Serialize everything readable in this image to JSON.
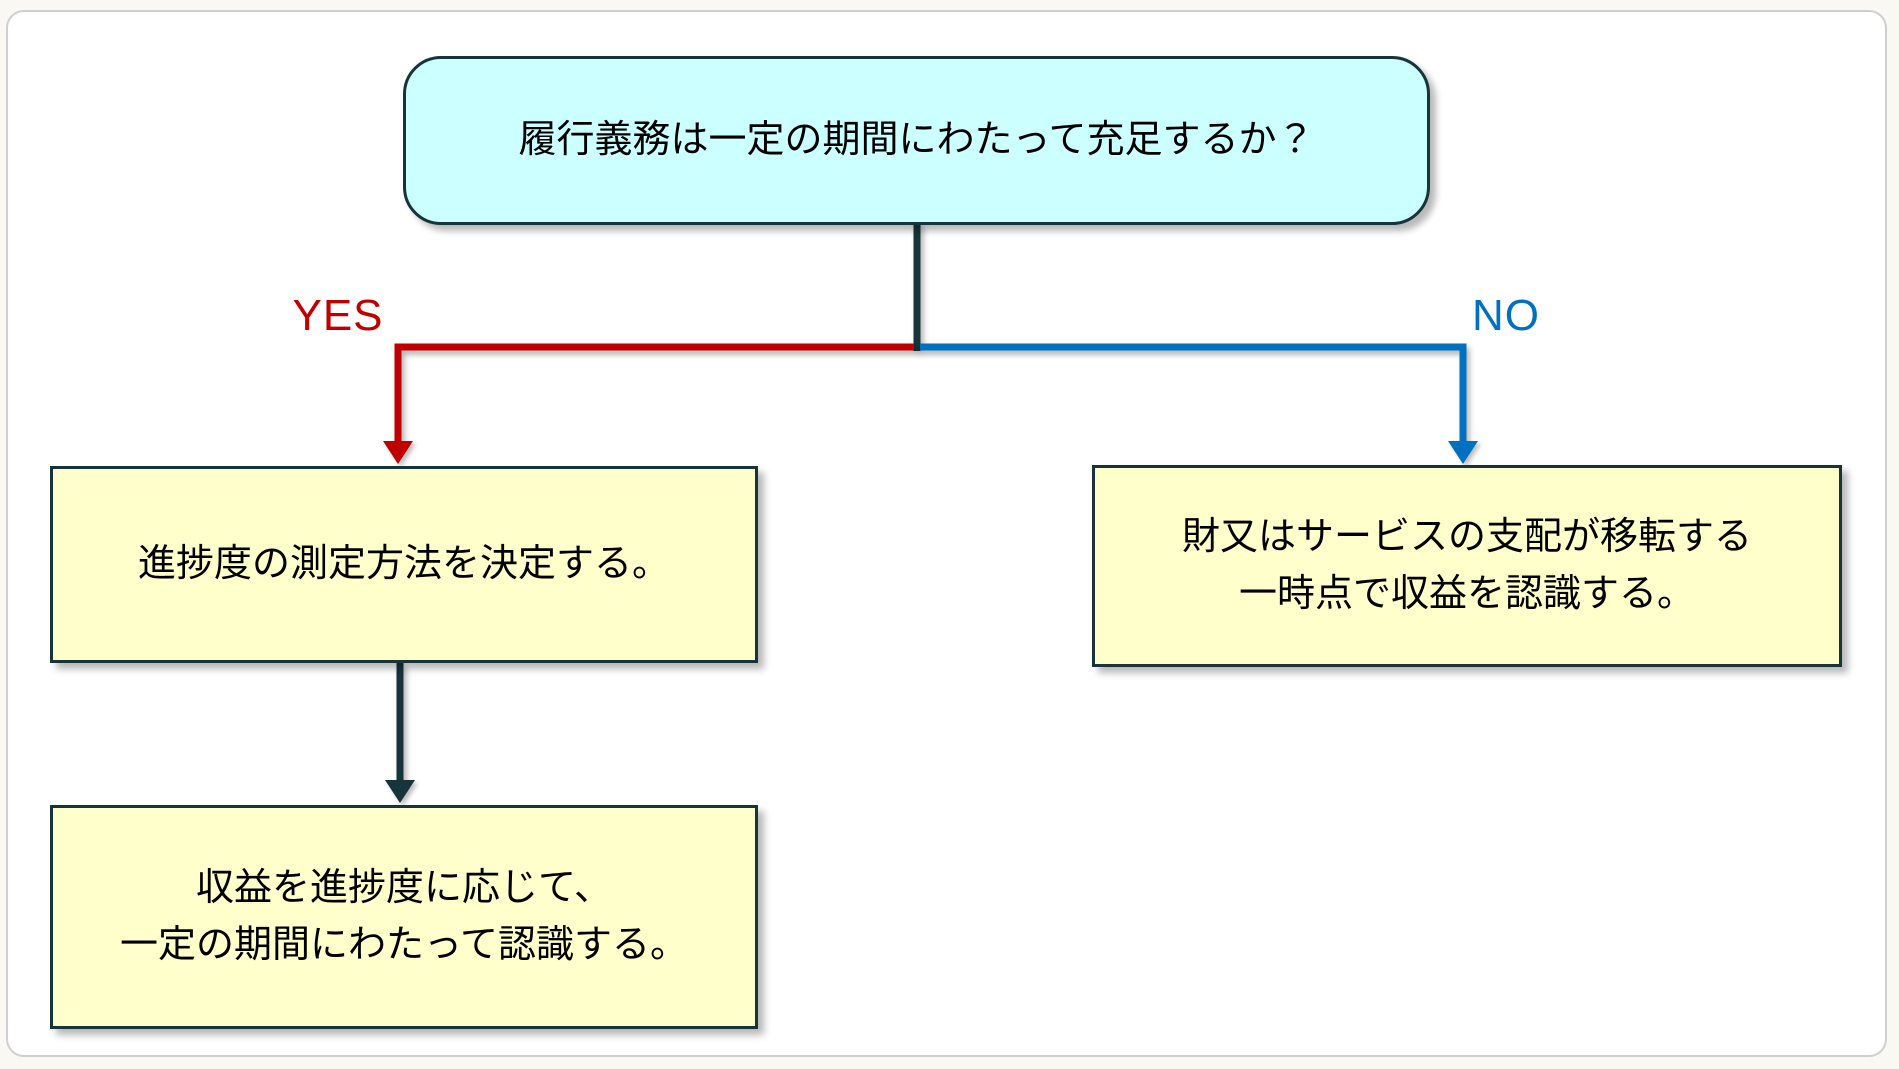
{
  "colors": {
    "connector_dark": "#17343b",
    "yes_red": "#c00000",
    "no_blue": "#0070c0",
    "question_fill": "#ccffff",
    "result_fill": "#ffffcc"
  },
  "flowchart": {
    "question": {
      "text": "履行義務は一定の期間にわたって充足するか？"
    },
    "yes_label": "YES",
    "no_label": "NO",
    "yes_path": {
      "step1": {
        "line1": "進捗度の測定方法を決定する。"
      },
      "step2": {
        "line1": "収益を進捗度に応じて、",
        "line2": "一定の期間にわたって認識する。"
      }
    },
    "no_path": {
      "step1": {
        "line1": "財又はサービスの支配が移転する",
        "line2": "一時点で収益を認識する。"
      }
    }
  }
}
